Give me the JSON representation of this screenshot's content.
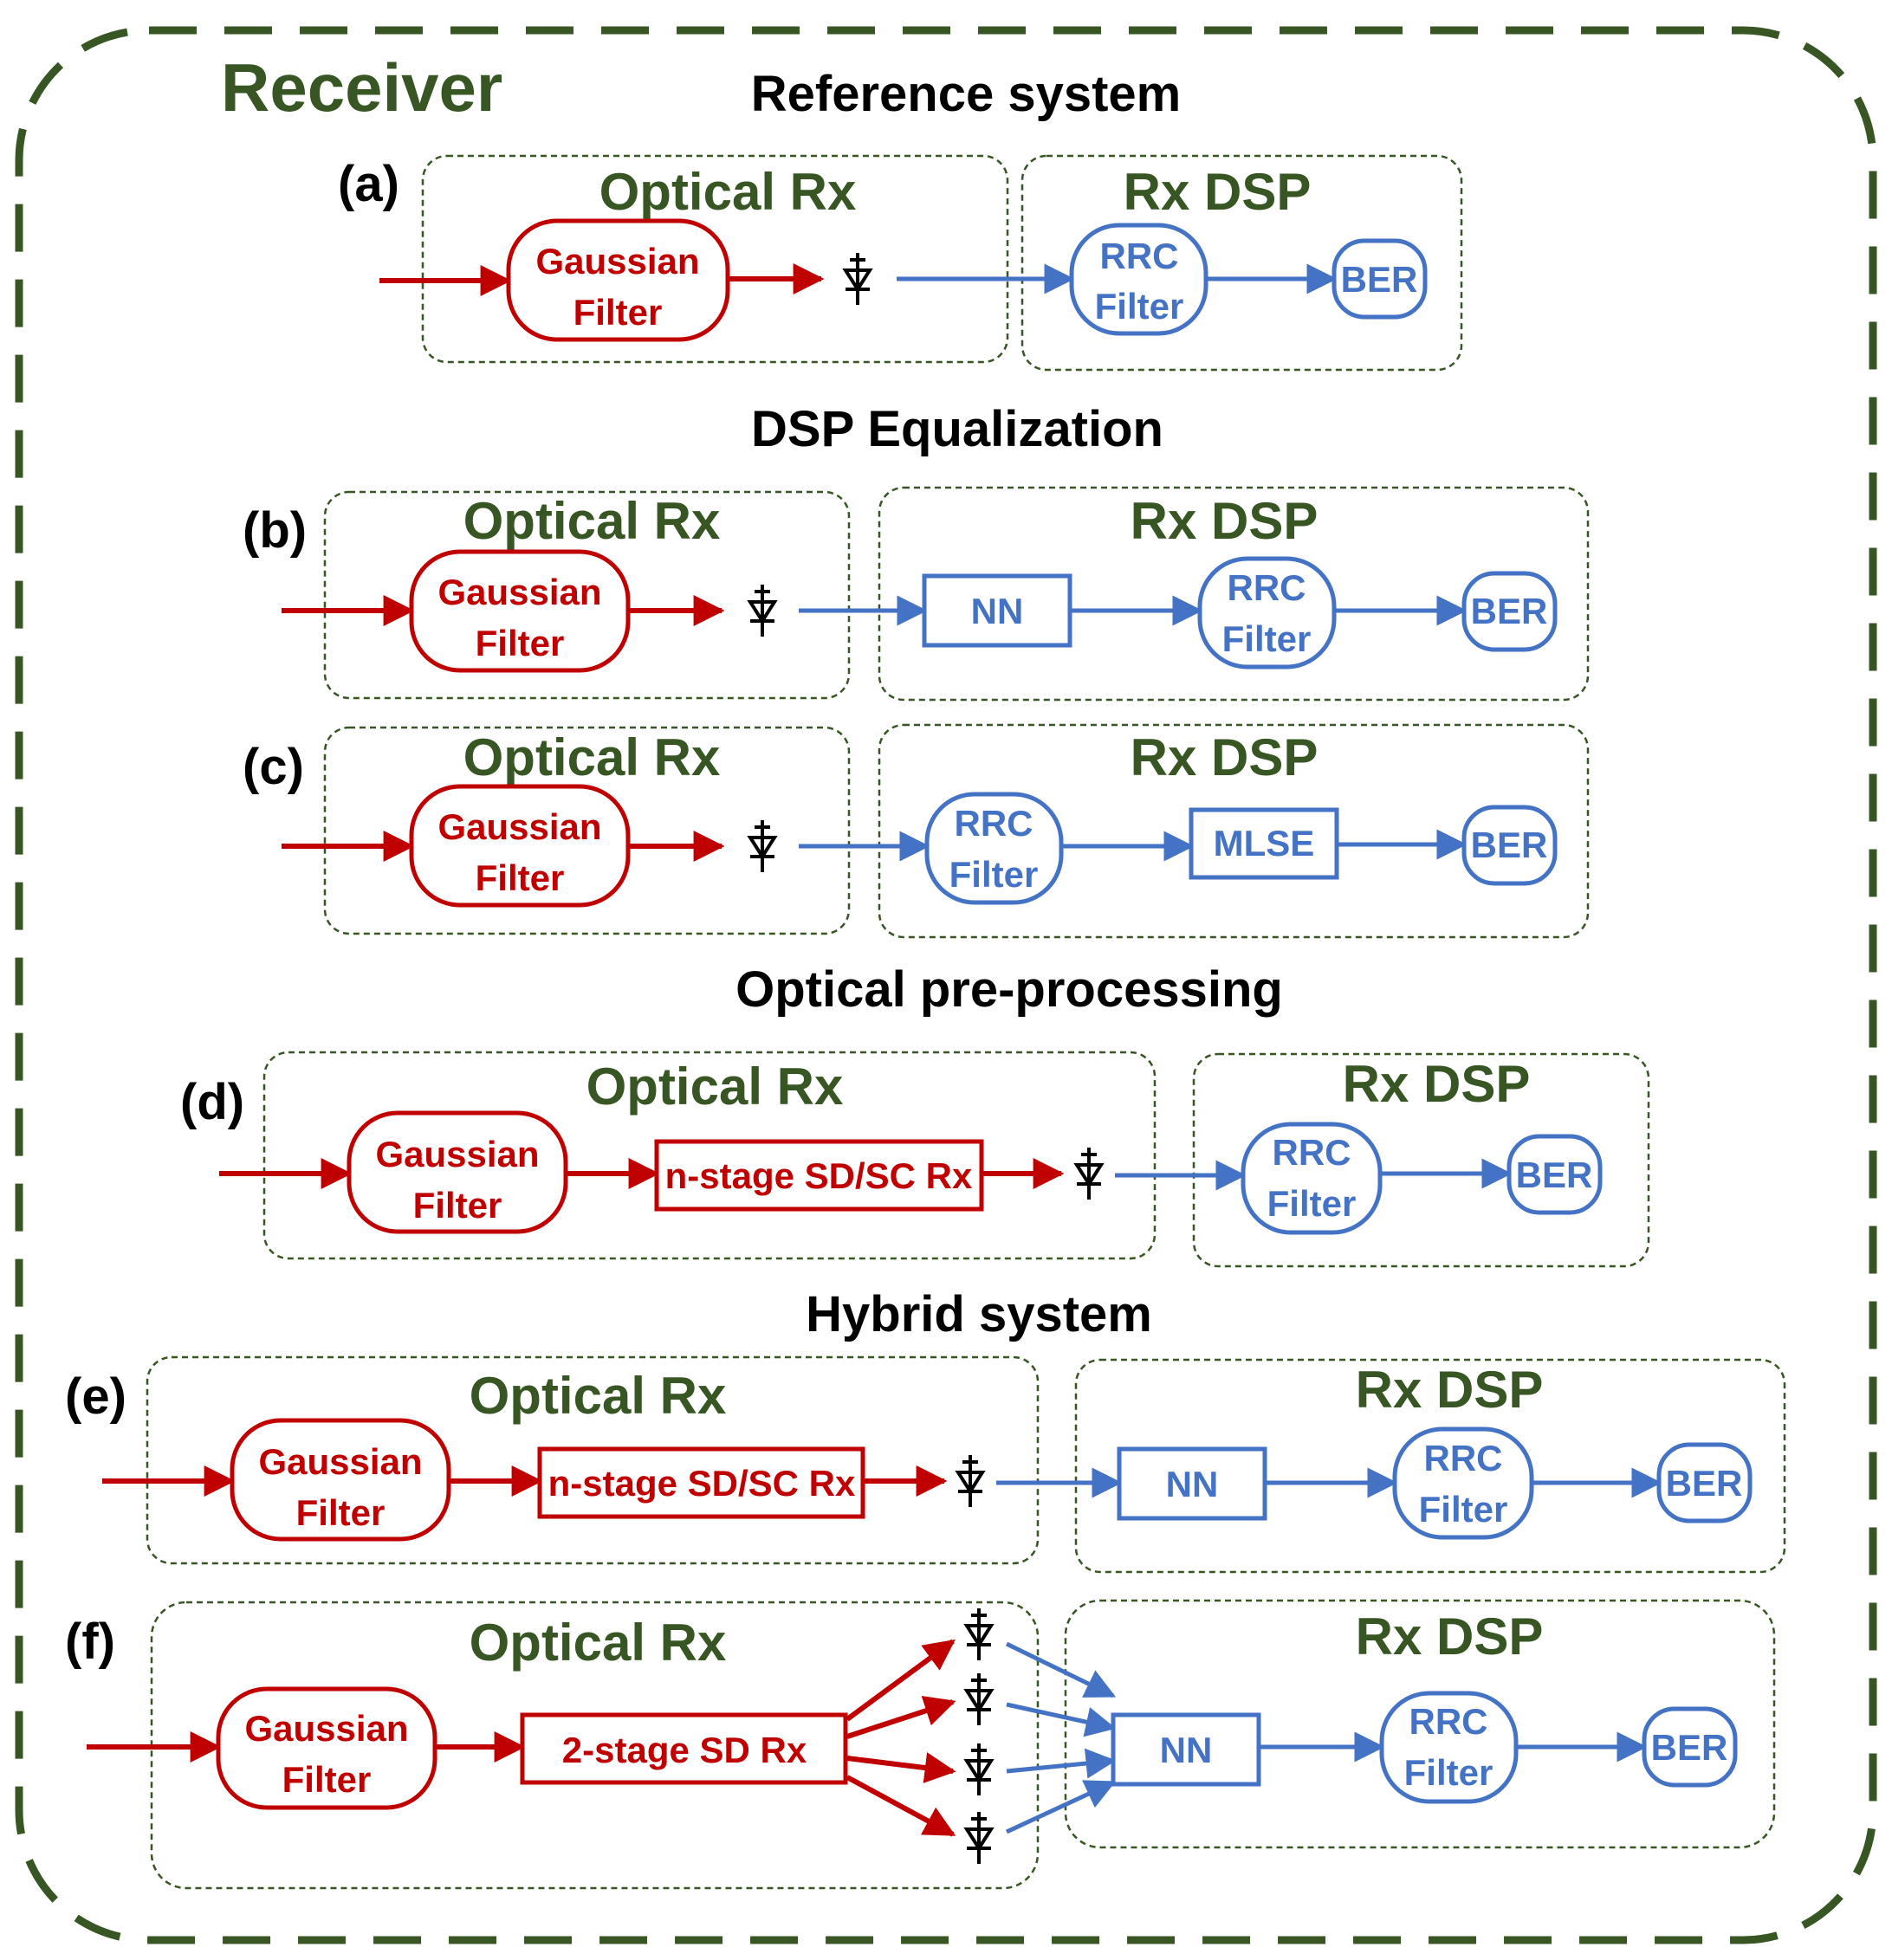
{
  "title": "Receiver",
  "sections": {
    "reference": "Reference system",
    "dsp": "DSP Equalization",
    "optical": "Optical pre-processing",
    "hybrid": "Hybrid system"
  },
  "labels": {
    "a": "(a)",
    "b": "(b)",
    "c": "(c)",
    "d": "(d)",
    "e": "(e)",
    "f": "(f)"
  },
  "groups": {
    "optical_rx": "Optical Rx",
    "rx_dsp": "Rx DSP"
  },
  "blocks": {
    "gaussian_1": "Gaussian",
    "gaussian_2": "Filter",
    "rrc_1": "RRC",
    "rrc_2": "Filter",
    "ber": "BER",
    "nn": "NN",
    "mlse": "MLSE",
    "nstage": "n-stage SD/SC Rx",
    "twostage": "2-stage SD Rx"
  },
  "colors": {
    "green": "#375623",
    "red": "#c00000",
    "blue": "#4472c4",
    "black": "#000000"
  }
}
